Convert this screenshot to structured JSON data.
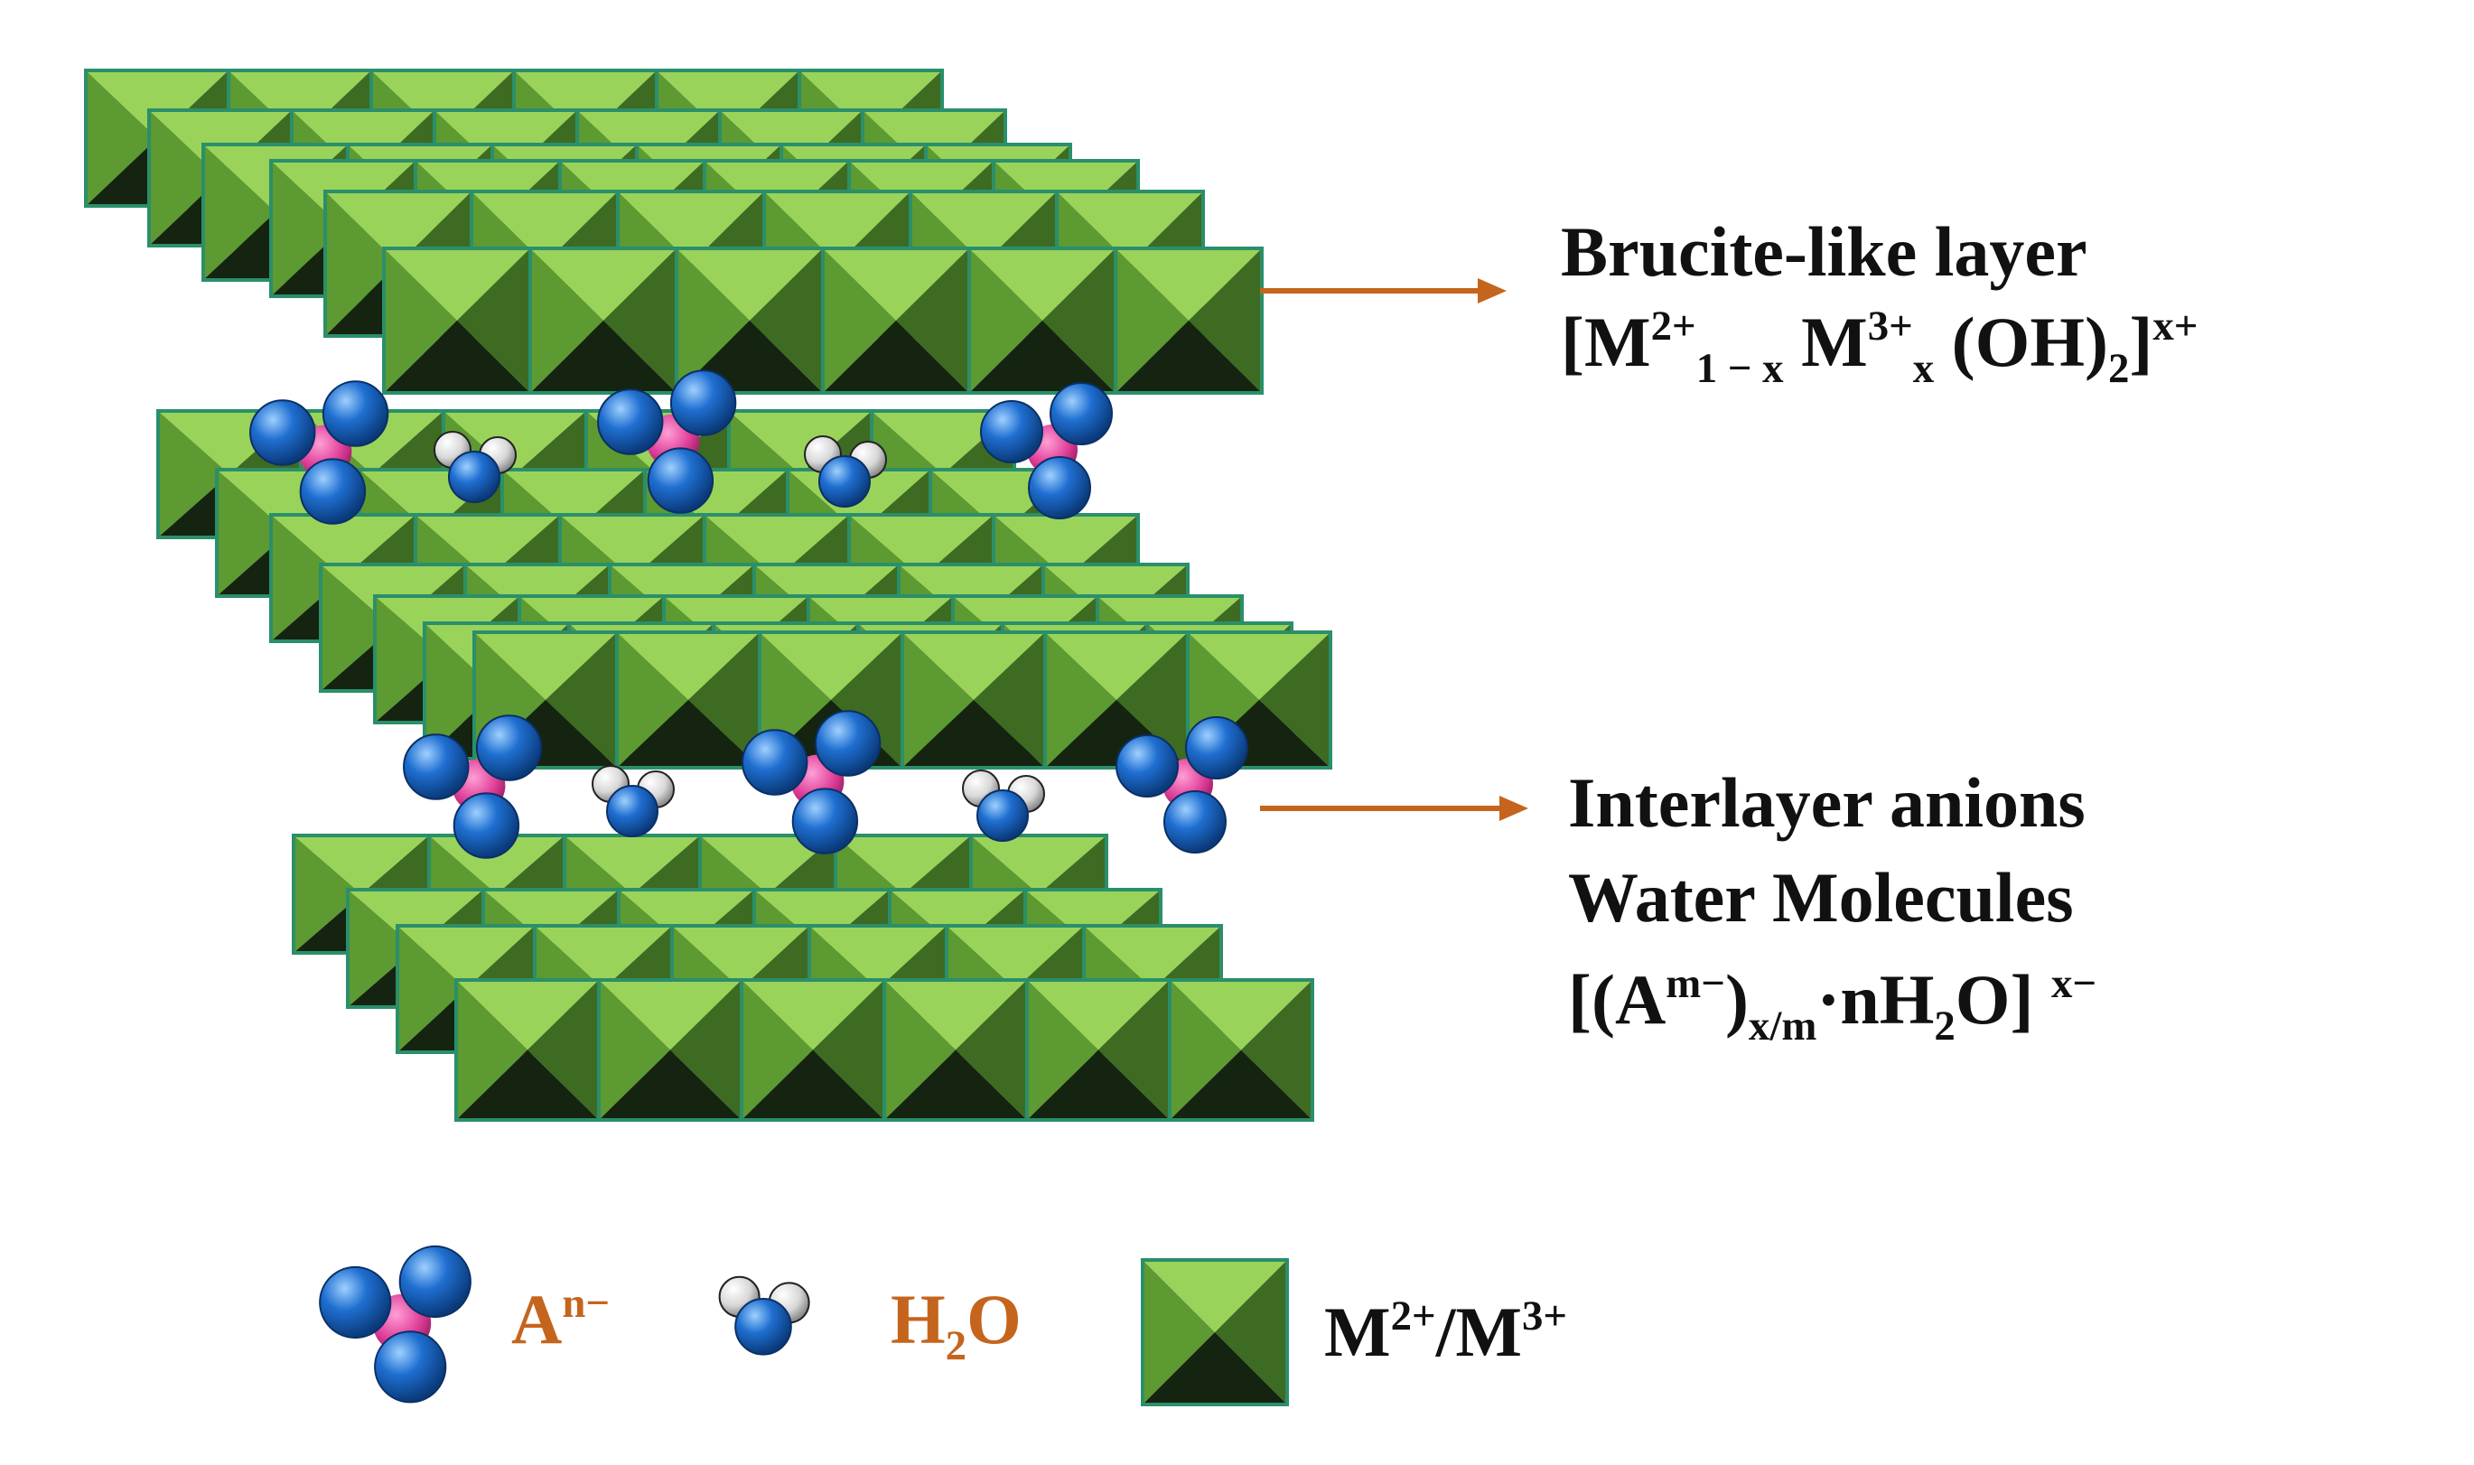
{
  "labels": {
    "brucite_title": "Brucite-like layer",
    "brucite_formula": {
      "open": "[M",
      "sup1": "2+",
      "sub1": "1 − x",
      "mid": " M",
      "sup2": "3+",
      "sub2": "x",
      "mid2": " (OH)",
      "sub3": "2",
      "close": "]",
      "sup3": "x+"
    },
    "interlayer_line1": "Interlayer anions",
    "interlayer_line2": "Water Molecules",
    "interlayer_formula": {
      "open": "[(A",
      "sup1": "m−",
      "mid": ")",
      "sub1": "x/m",
      "mid2": "·nH",
      "sub2": "2",
      "mid3": "O] ",
      "sup2": "x−"
    }
  },
  "legend": {
    "anion": {
      "base": "A",
      "sup": "n−"
    },
    "water": {
      "base1": "H",
      "sub": "2",
      "base2": "O"
    },
    "metal": {
      "base1": "M",
      "sup1": "2+",
      "mid": "/M",
      "sup2": "3+"
    }
  },
  "colors": {
    "arrow": "#c5651d",
    "octahedron_light": "#8ecf4e",
    "octahedron_mid": "#4f8a2a",
    "octahedron_dark": "#142410",
    "octahedron_edge": "#2a8f6a",
    "anion_blue": "#1f6fd1",
    "anion_center": "#e0409a",
    "water_white": "#e8e8e8"
  }
}
